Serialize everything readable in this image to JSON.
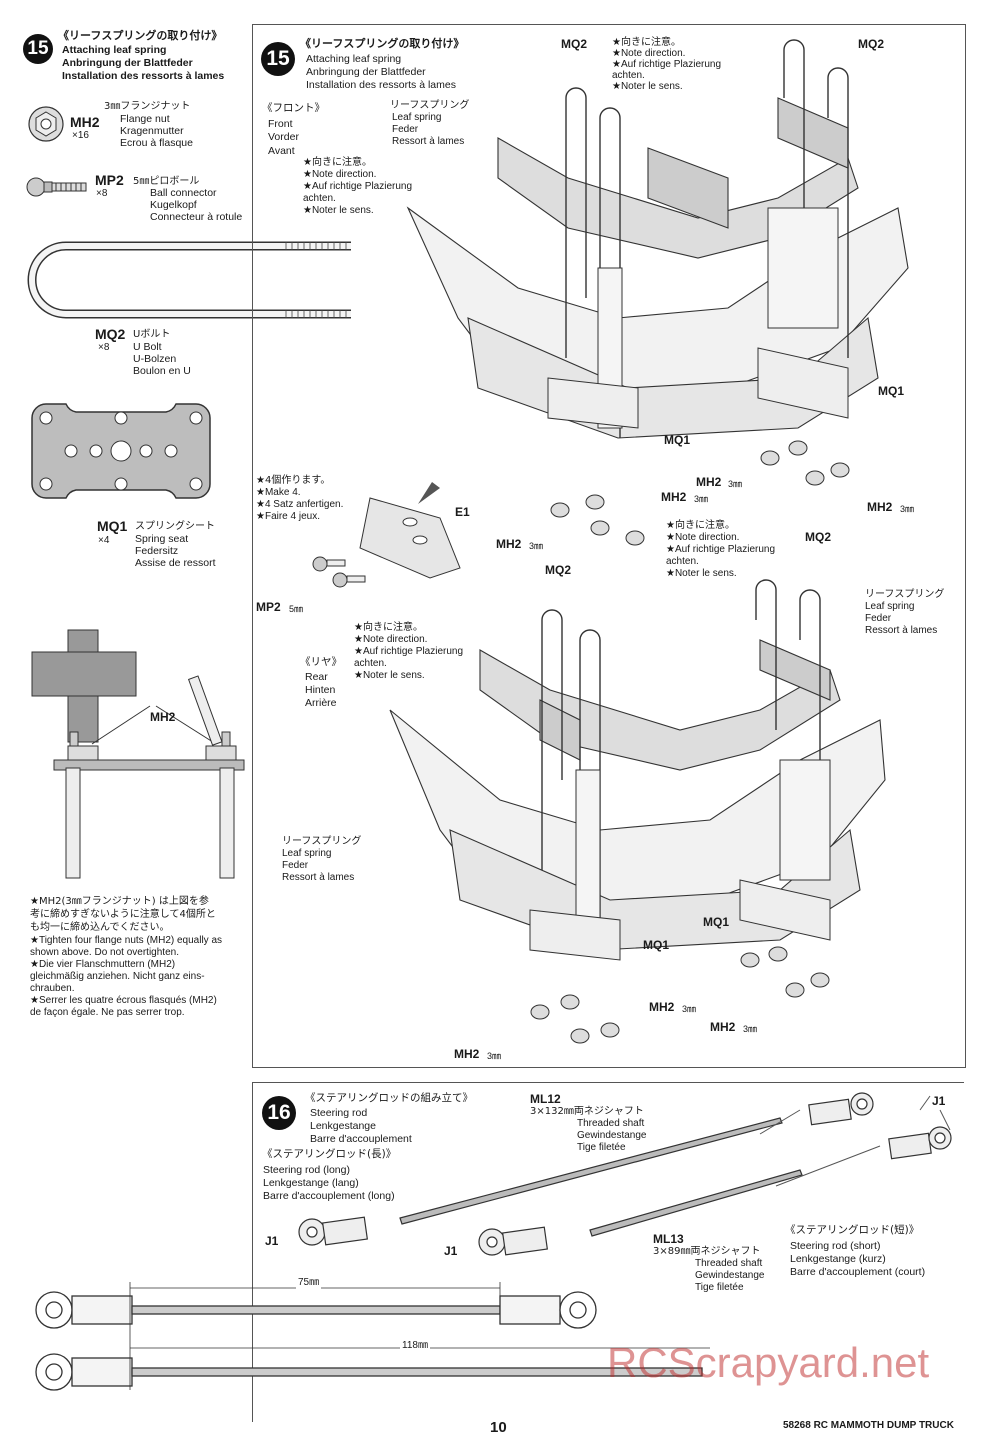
{
  "sidebar": {
    "step_number": "15",
    "title_jp": "《リーフスプリングの取り付け》",
    "title_en": "Attaching leaf spring",
    "title_de": "Anbringung der Blattfeder",
    "title_fr": "Installation des ressorts à lames",
    "parts": [
      {
        "code": "MH2",
        "qty": "×16",
        "jp": "3㎜フランジナット",
        "en": "Flange nut",
        "de": "Kragenmutter",
        "fr": "Ecrou à flasque"
      },
      {
        "code": "MP2",
        "qty": "×8",
        "jp": "5㎜ピロボール",
        "en": "Ball connector",
        "de": "Kugelkopf",
        "fr": "Connecteur à rotule"
      },
      {
        "code": "MQ2",
        "qty": "×8",
        "jp": "Uボルト",
        "en": "U Bolt",
        "de": "U-Bolzen",
        "fr": "Boulon en U"
      },
      {
        "code": "MQ1",
        "qty": "×4",
        "jp": "スプリングシート",
        "en": "Spring seat",
        "de": "Federsitz",
        "fr": "Assise de ressort"
      }
    ],
    "wrench_label": "MH2",
    "note_jp_1": "★MH2(3㎜フランジナット) は上図を参",
    "note_jp_2": "考に締めすぎないように注意して4個所と",
    "note_jp_3": "も均一に締め込んでください。",
    "note_en_1": "★Tighten four flange nuts (MH2) equally as",
    "note_en_2": "shown above. Do not overtighten.",
    "note_de_1": "★Die vier Flanschmuttern (MH2)",
    "note_de_2": "gleichmäßig anziehen. Nicht ganz eins-",
    "note_de_3": "chrauben.",
    "note_fr_1": "★Serrer les quatre écrous flasqués (MH2)",
    "note_fr_2": "de façon égale. Ne pas serrer trop."
  },
  "step15": {
    "number": "15",
    "title_jp": "《リーフスプリングの取り付け》",
    "title_en": "Attaching leaf spring",
    "title_de": "Anbringung der Blattfeder",
    "title_fr": "Installation des ressorts à lames",
    "front_jp": "《フロント》",
    "front_en": "Front",
    "front_de": "Vorder",
    "front_fr": "Avant",
    "rear_jp": "《リヤ》",
    "rear_en": "Rear",
    "rear_de": "Hinten",
    "rear_fr": "Arrière",
    "leaf_jp": "リーフスプリング",
    "leaf_en": "Leaf spring",
    "leaf_de": "Feder",
    "leaf_fr": "Ressort à lames",
    "dir_jp": "★向きに注意。",
    "dir_en": "★Note direction.",
    "dir_de_1": "★Auf richtige Plazierung",
    "dir_de_2": "achten.",
    "dir_fr": "★Noter le sens.",
    "make_jp": "★4個作ります。",
    "make_en": "★Make 4.",
    "make_de": "★4 Satz anfertigen.",
    "make_fr": "★Faire 4 jeux.",
    "mq2": "MQ2",
    "mq1": "MQ1",
    "mh2": "MH2",
    "mm3": "3㎜",
    "mp2": "MP2",
    "mm5": "5㎜",
    "e1": "E1"
  },
  "step16": {
    "number": "16",
    "title_jp": "《ステアリングロッドの組み立て》",
    "title_en": "Steering rod",
    "title_de": "Lenkgestange",
    "title_fr": "Barre d'accouplement",
    "long_jp": "《ステアリングロッド(長)》",
    "long_en": "Steering rod (long)",
    "long_de": "Lenkgestange (lang)",
    "long_fr": "Barre d'accouplement (long)",
    "short_jp": "《ステアリングロッド(短)》",
    "short_en": "Steering rod (short)",
    "short_de": "Lenkgestange (kurz)",
    "short_fr": "Barre d'accouplement (court)",
    "ml12": "ML12",
    "ml12_jp": "3×132㎜両ネジシャフト",
    "ml13": "ML13",
    "ml13_jp": "3×89㎜両ネジシャフト",
    "shaft_en": "Threaded shaft",
    "shaft_de": "Gewindestange",
    "shaft_fr": "Tige filetée",
    "j1": "J1",
    "dim_short": "75㎜",
    "dim_long": "118㎜"
  },
  "footer": {
    "page_number": "10",
    "model": "58268 RC MAMMOTH DUMP TRUCK",
    "watermark": "RCScrapyard.net"
  }
}
